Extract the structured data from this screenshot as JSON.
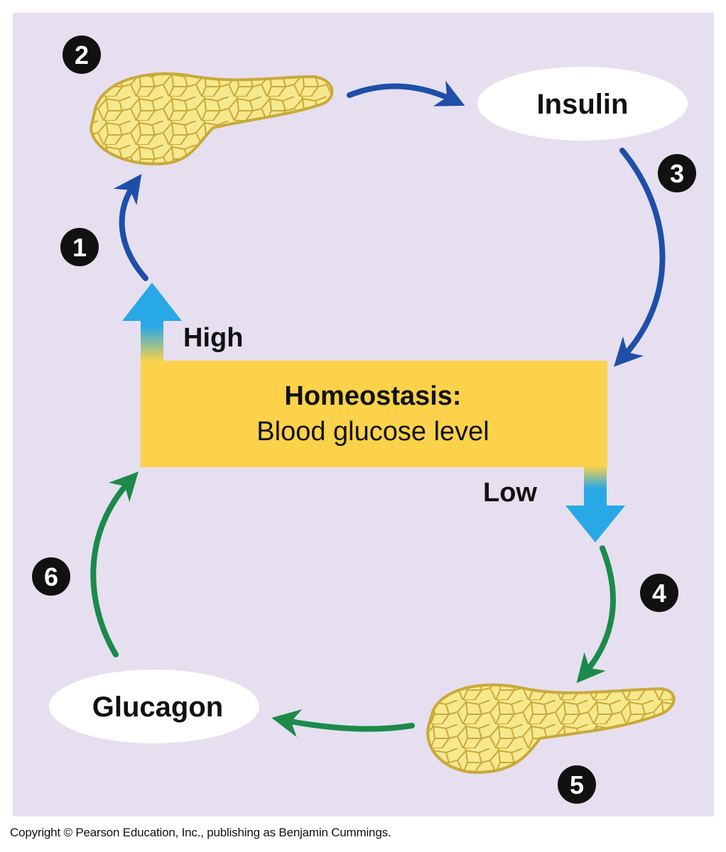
{
  "steps": [
    "1",
    "2",
    "3",
    "4",
    "5",
    "6"
  ],
  "insulin_label": "Insulin",
  "glucagon_label": "Glucagon",
  "high_label": "High",
  "low_label": "Low",
  "homeostasis_title": "Homeostasis:",
  "homeostasis_subtitle": "Blood glucose level",
  "copyright": "Copyright © Pearson Education, Inc., publishing as Benjamin Cummings.",
  "colors": {
    "background": "#e6dff0",
    "box": "#fcd24a",
    "insulin_arrows": "#1e4fa8",
    "glucagon_arrows": "#1b8a4a",
    "level_arrows": "#29a8e6",
    "pancreas_fill": "#f6e88c",
    "pancreas_outline": "#c9a93a"
  }
}
